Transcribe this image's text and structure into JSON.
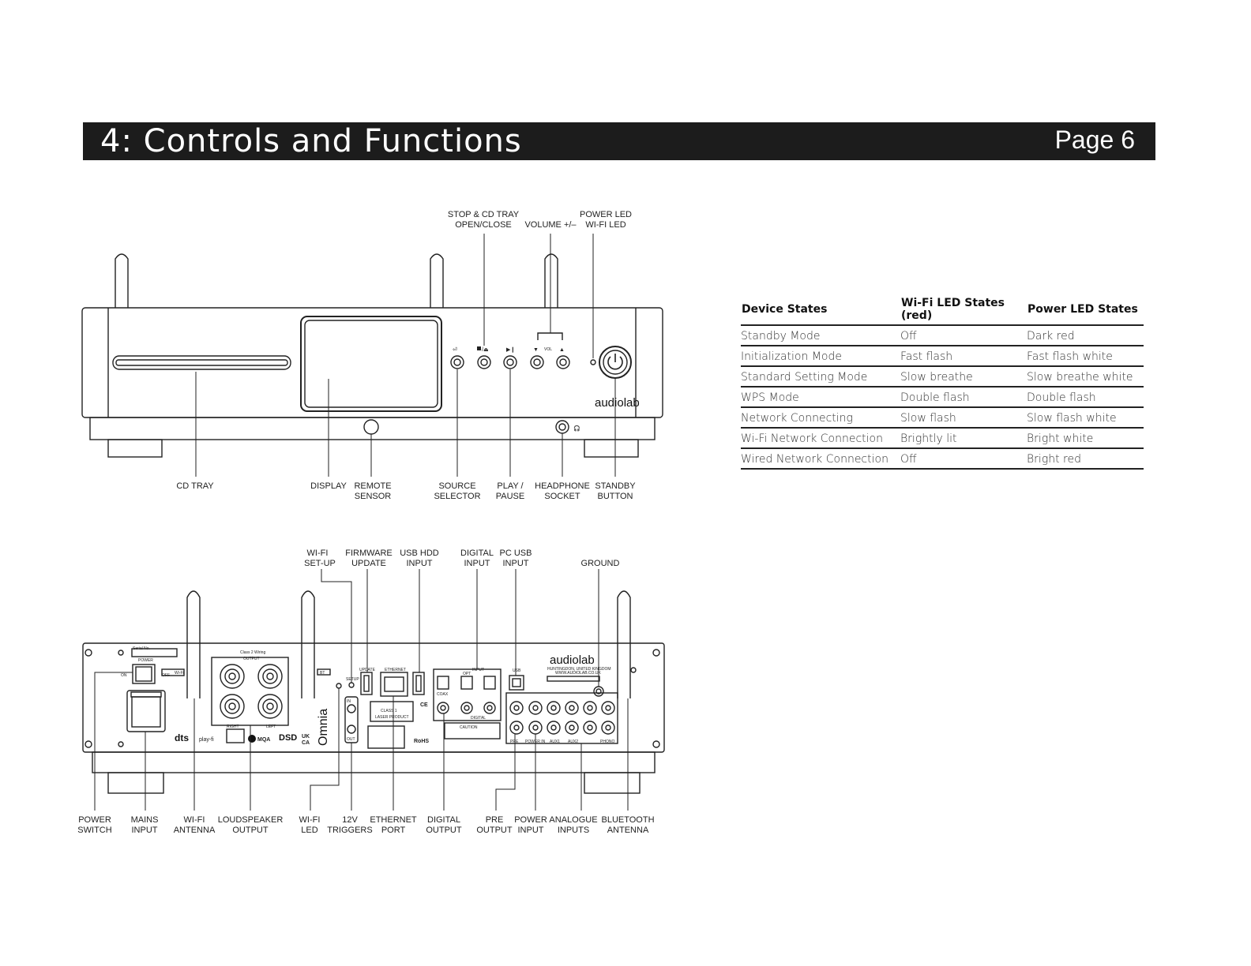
{
  "header": {
    "title": "4: Controls and Functions",
    "page": "Page 6"
  },
  "front_labels": {
    "stop_cd_tray": [
      "STOP & CD TRAY",
      "OPEN/CLOSE"
    ],
    "volume": [
      "VOLUME +/–"
    ],
    "power_led": [
      "POWER LED",
      "WI-FI LED"
    ],
    "cd_tray": [
      "CD TRAY"
    ],
    "display": [
      "DISPLAY"
    ],
    "remote_sensor": [
      "REMOTE",
      "SENSOR"
    ],
    "source_selector": [
      "SOURCE",
      "SELECTOR"
    ],
    "play_pause": [
      "PLAY /",
      "PAUSE"
    ],
    "headphone_socket": [
      "HEADPHONE",
      "SOCKET"
    ],
    "standby_button": [
      "STANDBY",
      "BUTTON"
    ]
  },
  "front_panel": {
    "brand": "audiolab",
    "vol_label": "VOL"
  },
  "rear_labels": {
    "wifi_setup": [
      "WI-FI",
      "SET-UP"
    ],
    "firmware_update": [
      "FIRMWARE",
      "UPDATE"
    ],
    "usb_hdd_input": [
      "USB HDD",
      "INPUT"
    ],
    "digital_input": [
      "DIGITAL",
      "INPUT"
    ],
    "pc_usb_input": [
      "PC USB",
      "INPUT"
    ],
    "ground": [
      "GROUND"
    ],
    "power_switch": [
      "POWER",
      "SWITCH"
    ],
    "mains_input": [
      "MAINS",
      "INPUT"
    ],
    "wifi_antenna": [
      "WI-FI",
      "ANTENNA"
    ],
    "loudspeaker_output": [
      "LOUDSPEAKER",
      "OUTPUT"
    ],
    "wifi_led": [
      "WI-FI",
      "LED"
    ],
    "triggers_12v": [
      "12V",
      "TRIGGERS"
    ],
    "ethernet_port": [
      "ETHERNET",
      "PORT"
    ],
    "digital_output": [
      "DIGITAL",
      "OUTPUT"
    ],
    "pre_output": [
      "PRE",
      "OUTPUT"
    ],
    "power_input": [
      "POWER",
      "INPUT"
    ],
    "analogue_inputs": [
      "ANALOGUE",
      "INPUTS"
    ],
    "bluetooth_antenna": [
      "BLUETOOTH",
      "ANTENNA"
    ]
  },
  "rear_panel": {
    "brand": "audiolab",
    "address": "HUNTINGDON, UNITED KINGDOM",
    "website": "WWW.AUDIOLAB.CO.UK",
    "model_name": "Omnia",
    "power_label": "POWER",
    "on": "ON",
    "off": "OFF",
    "class2": "Class 2 Wiring",
    "output": "OUTPUT",
    "right": "RIGHT",
    "left": "LEFT",
    "wifi": "Wi-Fi",
    "bt": "BT",
    "setup": "SETUP",
    "update": "UPDATE",
    "ethernet": "ETHERNET",
    "input": "INPUT",
    "usb": "USB",
    "in": "IN",
    "out": "OUT",
    "coax": "COAX",
    "opt": "OPT",
    "digital": "DIGITAL",
    "class1": "CLASS 1",
    "laser": "LASER PRODUCT",
    "caution": "CAUTION",
    "rohs": "RoHS",
    "ce": "CE",
    "dts": "dts",
    "playfi": "play-fi",
    "mqa": "MQA",
    "dsd": "DSD",
    "ukca_1": "UK",
    "ukca_2": "CA",
    "pre": "PRE",
    "power_in": "POWER IN",
    "aux1": "AUX1",
    "aux2": "AUX2",
    "phono": "PHONO",
    "serial": "Serial No."
  },
  "device_states": {
    "headers": [
      "Device States",
      "Wi-Fi LED States (red)",
      "Power LED States"
    ],
    "rows": [
      [
        "Standby Mode",
        "Off",
        "Dark red"
      ],
      [
        "Initialization Mode",
        "Fast flash",
        "Fast flash white"
      ],
      [
        "Standard Setting Mode",
        "Slow breathe",
        "Slow breathe white"
      ],
      [
        "WPS Mode",
        "Double flash",
        "Double flash"
      ],
      [
        "Network Connecting",
        "Slow flash",
        "Slow flash white"
      ],
      [
        "Wi-Fi Network Connection",
        "Brightly lit",
        "Bright white"
      ],
      [
        "Wired Network Connection",
        "Off",
        "Bright red"
      ]
    ]
  }
}
